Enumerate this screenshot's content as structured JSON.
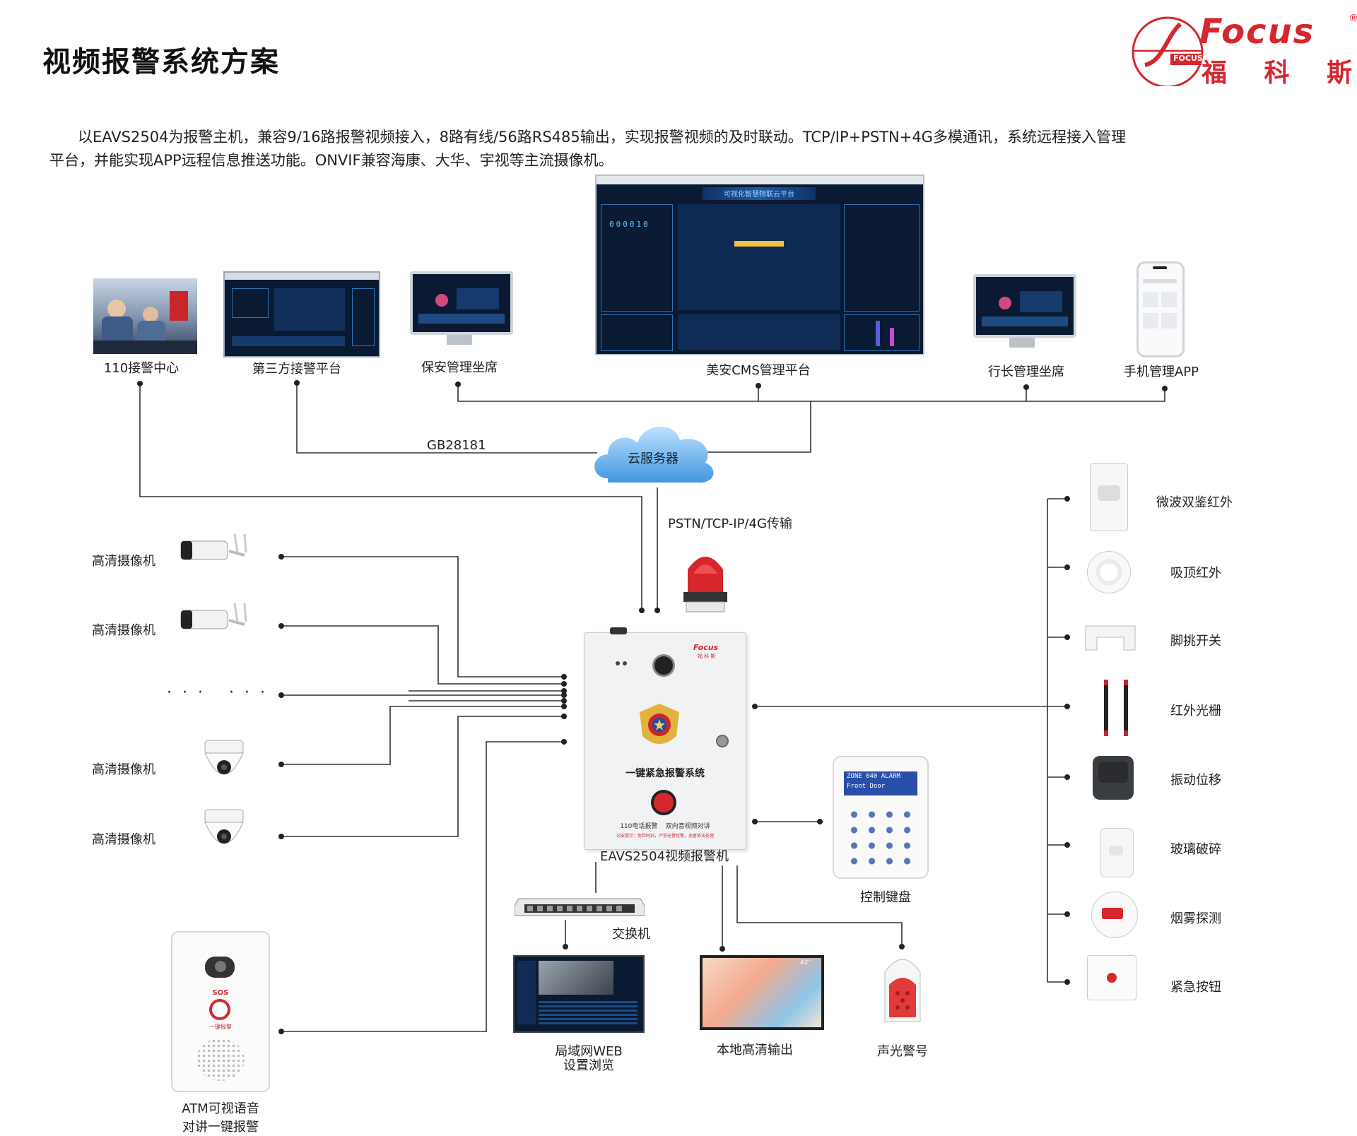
{
  "page": {
    "title": "视频报警系统方案",
    "intro_line1": "以EAVS2504为报警主机，兼容9/16路报警视频接入，8路有线/56路RS485输出，实现报警视频的及时联动。TCP/IP+PSTN+4G多模通讯，系统远程接入管理",
    "intro_line2": "平台，并能实现APP远程信息推送功能。ONVIF兼容海康、大华、宇视等主流摄像机。"
  },
  "logo": {
    "brand_en": "Focus",
    "brand_cn": "福 科 斯",
    "registered": "®",
    "badge": "FOCUS",
    "color": "#d6262e"
  },
  "top_nodes": {
    "police_center": "110接警中心",
    "third_party": "第三方接警平台",
    "security_seat": "保安管理坐席",
    "cms": "美安CMS管理平台",
    "cms_header": "可视化智慧物联云平台",
    "cms_counter": "000010",
    "manager_seat": "行长管理坐席",
    "mobile_app": "手机管理APP"
  },
  "network": {
    "gb28181": "GB28181",
    "cloud": "云服务器",
    "transport": "PSTN/TCP-IP/4G传输"
  },
  "cameras": {
    "cam1": "高清摄像机",
    "cam2": "高清摄像机",
    "dots_left": "· · ·",
    "dots_right": "· · ·",
    "cam3": "高清摄像机",
    "cam4": "高清摄像机"
  },
  "atm": {
    "label_line1": "ATM可视语音",
    "label_line2": "对讲一键报警",
    "sos": "SOS",
    "btn": "一键报警"
  },
  "host": {
    "label": "EAVS2504视频报警机",
    "panel_title": "一键紧急报警系统",
    "panel_sub": "110电话报警    双向音视频对讲",
    "panel_note": "公安提示：危险时刻，严禁无警扰警，违者依法处理",
    "brand": "Focus",
    "brand_cn": "福 科 斯"
  },
  "bottom_nodes": {
    "switch": "交换机",
    "web_line1": "局域网WEB",
    "web_line2": "设置浏览",
    "local_out": "本地高清输出",
    "tv_size": "42\"",
    "keypad": "控制键盘",
    "keypad_lcd1": "ZONE 040 ALARM",
    "keypad_lcd2": "Front Door",
    "siren": "声光警号"
  },
  "sensors": {
    "s1": "微波双鉴红外",
    "s2": "吸顶红外",
    "s3": "脚挑开关",
    "s4": "红外光栅",
    "s5": "振动位移",
    "s6": "玻璃破碎",
    "s7": "烟雾探测",
    "s8": "紧急按钮"
  },
  "colors": {
    "line": "#333333",
    "brand_red": "#d6262e",
    "screen_dark": "#0b1a33",
    "cloud_blue": "#4aa3e8"
  }
}
